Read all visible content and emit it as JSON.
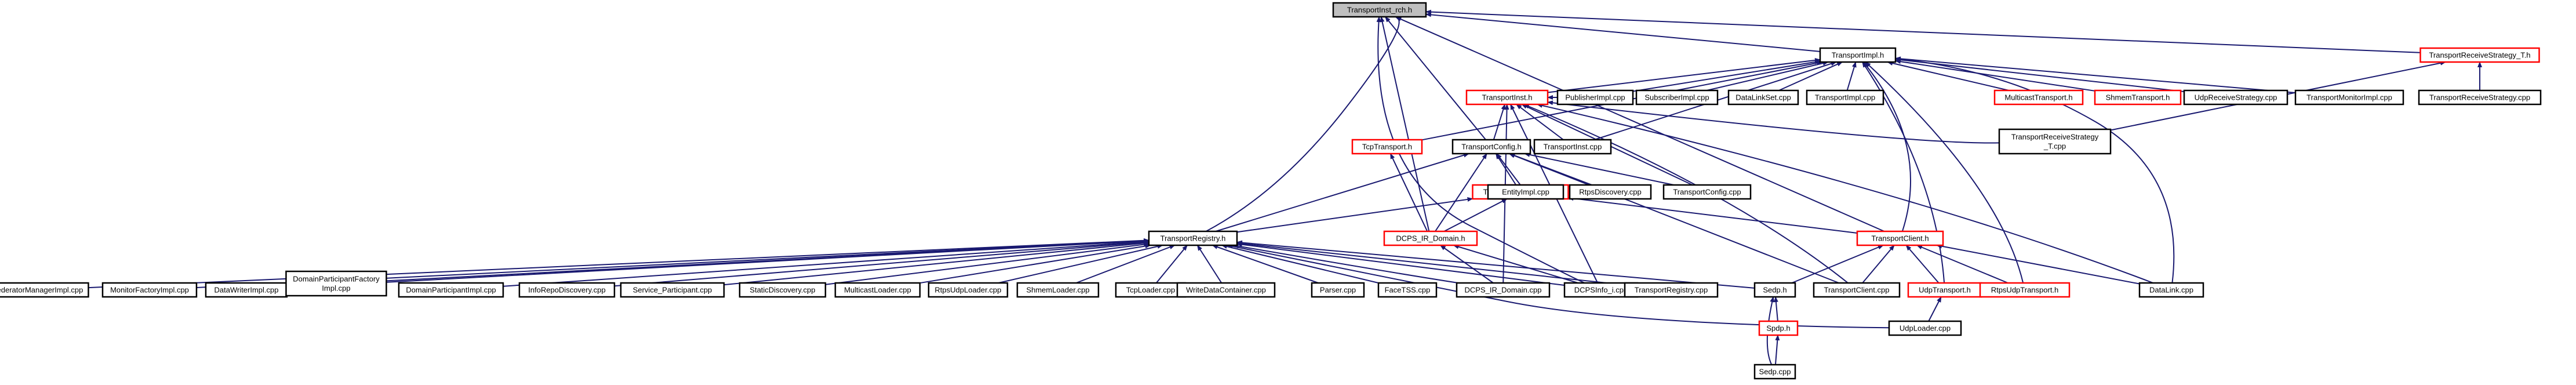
{
  "colors": {
    "edge": "#191970",
    "focus_fill": "#bfbfbf",
    "node_fill": "#ffffff",
    "normal_border": "#000000",
    "truncated_border": "#ff0000"
  },
  "nodes": [
    {
      "id": "root",
      "lines": [
        "TransportInst_rch.h"
      ],
      "kind": "focus"
    },
    {
      "id": "timpl_h",
      "lines": [
        "TransportImpl.h"
      ],
      "kind": "normal"
    },
    {
      "id": "trs_t_h",
      "lines": [
        "TransportReceiveStrategy_T.h"
      ],
      "kind": "truncated"
    },
    {
      "id": "tinst_h",
      "lines": [
        "TransportInst.h"
      ],
      "kind": "truncated"
    },
    {
      "id": "pubimpl",
      "lines": [
        "PublisherImpl.cpp"
      ],
      "kind": "normal"
    },
    {
      "id": "subimpl",
      "lines": [
        "SubscriberImpl.cpp"
      ],
      "kind": "normal"
    },
    {
      "id": "dlset",
      "lines": [
        "DataLinkSet.cpp"
      ],
      "kind": "normal"
    },
    {
      "id": "timpl_cpp",
      "lines": [
        "TransportImpl.cpp"
      ],
      "kind": "normal"
    },
    {
      "id": "mcast_h",
      "lines": [
        "MulticastTransport.h"
      ],
      "kind": "truncated"
    },
    {
      "id": "shmem_h",
      "lines": [
        "ShmemTransport.h"
      ],
      "kind": "truncated"
    },
    {
      "id": "udprs",
      "lines": [
        "UdpReceiveStrategy.cpp"
      ],
      "kind": "normal"
    },
    {
      "id": "tmon",
      "lines": [
        "TransportMonitorImpl.cpp"
      ],
      "kind": "normal"
    },
    {
      "id": "trs_cpp",
      "lines": [
        "TransportReceiveStrategy.cpp"
      ],
      "kind": "normal"
    },
    {
      "id": "tcp_h",
      "lines": [
        "TcpTransport.h"
      ],
      "kind": "truncated"
    },
    {
      "id": "tconfig_h",
      "lines": [
        "TransportConfig.h"
      ],
      "kind": "normal"
    },
    {
      "id": "tinst_cpp",
      "lines": [
        "TransportInst.cpp"
      ],
      "kind": "normal"
    },
    {
      "id": "trs_t_cpp",
      "lines": [
        "TransportReceiveStrategy",
        "_T.cpp"
      ],
      "kind": "normal"
    },
    {
      "id": "tconfig_rch",
      "lines": [
        "TransportConfig_rch.h"
      ],
      "kind": "truncated"
    },
    {
      "id": "entity",
      "lines": [
        "EntityImpl.cpp"
      ],
      "kind": "normal"
    },
    {
      "id": "rtpsdisc",
      "lines": [
        "RtpsDiscovery.cpp"
      ],
      "kind": "normal"
    },
    {
      "id": "tconfig_cpp",
      "lines": [
        "TransportConfig.cpp"
      ],
      "kind": "normal"
    },
    {
      "id": "dcps_h",
      "lines": [
        "DCPS_IR_Domain.h"
      ],
      "kind": "truncated"
    },
    {
      "id": "tclient_h",
      "lines": [
        "TransportClient.h"
      ],
      "kind": "truncated"
    },
    {
      "id": "treg_h",
      "lines": [
        "TransportRegistry.h"
      ],
      "kind": "normal"
    },
    {
      "id": "fedmgr",
      "lines": [
        "FederatorManagerImpl.cpp"
      ],
      "kind": "normal"
    },
    {
      "id": "monfac",
      "lines": [
        "MonitorFactoryImpl.cpp"
      ],
      "kind": "normal"
    },
    {
      "id": "dwimpl",
      "lines": [
        "DataWriterImpl.cpp"
      ],
      "kind": "normal"
    },
    {
      "id": "dpfac",
      "lines": [
        "DomainParticipantFactory",
        "Impl.cpp"
      ],
      "kind": "normal"
    },
    {
      "id": "dpimpl",
      "lines": [
        "DomainParticipantImpl.cpp"
      ],
      "kind": "normal"
    },
    {
      "id": "inforepo",
      "lines": [
        "InfoRepoDiscovery.cpp"
      ],
      "kind": "normal"
    },
    {
      "id": "svcpart",
      "lines": [
        "Service_Participant.cpp"
      ],
      "kind": "normal"
    },
    {
      "id": "staticdisc",
      "lines": [
        "StaticDiscovery.cpp"
      ],
      "kind": "normal"
    },
    {
      "id": "mcastldr",
      "lines": [
        "MulticastLoader.cpp"
      ],
      "kind": "normal"
    },
    {
      "id": "rtpsudpldr",
      "lines": [
        "RtpsUdpLoader.cpp"
      ],
      "kind": "normal"
    },
    {
      "id": "shmemldr",
      "lines": [
        "ShmemLoader.cpp"
      ],
      "kind": "normal"
    },
    {
      "id": "tcpldr",
      "lines": [
        "TcpLoader.cpp"
      ],
      "kind": "normal"
    },
    {
      "id": "wdc",
      "lines": [
        "WriteDataContainer.cpp"
      ],
      "kind": "normal"
    },
    {
      "id": "parser",
      "lines": [
        "Parser.cpp"
      ],
      "kind": "normal"
    },
    {
      "id": "facetss",
      "lines": [
        "FaceTSS.cpp"
      ],
      "kind": "normal"
    },
    {
      "id": "dcps_cpp",
      "lines": [
        "DCPS_IR_Domain.cpp"
      ],
      "kind": "normal"
    },
    {
      "id": "dcpsinfo",
      "lines": [
        "DCPSInfo_i.cpp"
      ],
      "kind": "normal"
    },
    {
      "id": "treg_cpp",
      "lines": [
        "TransportRegistry.cpp"
      ],
      "kind": "normal"
    },
    {
      "id": "sedp_h",
      "lines": [
        "Sedp.h"
      ],
      "kind": "normal"
    },
    {
      "id": "tclient_cpp",
      "lines": [
        "TransportClient.cpp"
      ],
      "kind": "normal"
    },
    {
      "id": "udpt_h",
      "lines": [
        "UdpTransport.h"
      ],
      "kind": "truncated"
    },
    {
      "id": "rtpsudpt_h",
      "lines": [
        "RtpsUdpTransport.h"
      ],
      "kind": "truncated"
    },
    {
      "id": "datalink",
      "lines": [
        "DataLink.cpp"
      ],
      "kind": "normal"
    },
    {
      "id": "spdp_h",
      "lines": [
        "Spdp.h"
      ],
      "kind": "truncated"
    },
    {
      "id": "udpldr",
      "lines": [
        "UdpLoader.cpp"
      ],
      "kind": "normal"
    },
    {
      "id": "sedp_cpp",
      "lines": [
        "Sedp.cpp"
      ],
      "kind": "normal"
    }
  ],
  "edges": [
    [
      "timpl_h",
      "root"
    ],
    [
      "trs_t_h",
      "root"
    ],
    [
      "tconfig_h",
      "root"
    ],
    [
      "treg_h",
      "root"
    ],
    [
      "dcps_h",
      "root"
    ],
    [
      "tclient_h",
      "root"
    ],
    [
      "dcpsinfo",
      "root"
    ],
    [
      "tinst_h",
      "timpl_h"
    ],
    [
      "pubimpl",
      "timpl_h"
    ],
    [
      "subimpl",
      "timpl_h"
    ],
    [
      "dlset",
      "timpl_h"
    ],
    [
      "timpl_cpp",
      "timpl_h"
    ],
    [
      "mcast_h",
      "timpl_h"
    ],
    [
      "shmem_h",
      "timpl_h"
    ],
    [
      "udprs",
      "timpl_h"
    ],
    [
      "tmon",
      "timpl_h"
    ],
    [
      "tcp_h",
      "timpl_h"
    ],
    [
      "tinst_cpp",
      "timpl_h"
    ],
    [
      "tclient_h",
      "timpl_h"
    ],
    [
      "udpt_h",
      "timpl_h"
    ],
    [
      "rtpsudpt_h",
      "timpl_h"
    ],
    [
      "datalink",
      "timpl_h"
    ],
    [
      "trs_cpp",
      "trs_t_h"
    ],
    [
      "trs_t_cpp",
      "trs_t_h"
    ],
    [
      "pubimpl",
      "tinst_h"
    ],
    [
      "tconfig_h",
      "tinst_h"
    ],
    [
      "tinst_cpp",
      "tinst_h"
    ],
    [
      "trs_t_cpp",
      "tinst_h"
    ],
    [
      "tconfig_cpp",
      "tinst_h"
    ],
    [
      "dcps_cpp",
      "tinst_h"
    ],
    [
      "dcpsinfo",
      "tinst_h"
    ],
    [
      "tclient_cpp",
      "tinst_h"
    ],
    [
      "datalink",
      "tinst_h"
    ],
    [
      "dcps_h",
      "tcp_h"
    ],
    [
      "tconfig_rch",
      "tconfig_h"
    ],
    [
      "entity",
      "tconfig_h"
    ],
    [
      "rtpsdisc",
      "tconfig_h"
    ],
    [
      "tconfig_cpp",
      "tconfig_h"
    ],
    [
      "dcps_h",
      "tconfig_h"
    ],
    [
      "treg_h",
      "tconfig_h"
    ],
    [
      "tclient_cpp",
      "tconfig_h"
    ],
    [
      "treg_h",
      "tconfig_rch"
    ],
    [
      "dcps_h",
      "tconfig_rch"
    ],
    [
      "tclient_h",
      "tconfig_rch"
    ],
    [
      "dcps_cpp",
      "dcps_h"
    ],
    [
      "dcpsinfo",
      "dcps_h"
    ],
    [
      "sedp_h",
      "tclient_h"
    ],
    [
      "tclient_cpp",
      "tclient_h"
    ],
    [
      "udpt_h",
      "tclient_h"
    ],
    [
      "rtpsudpt_h",
      "tclient_h"
    ],
    [
      "datalink",
      "tclient_h"
    ],
    [
      "fedmgr",
      "treg_h"
    ],
    [
      "monfac",
      "treg_h"
    ],
    [
      "dwimpl",
      "treg_h"
    ],
    [
      "dpfac",
      "treg_h"
    ],
    [
      "dpimpl",
      "treg_h"
    ],
    [
      "inforepo",
      "treg_h"
    ],
    [
      "svcpart",
      "treg_h"
    ],
    [
      "staticdisc",
      "treg_h"
    ],
    [
      "mcastldr",
      "treg_h"
    ],
    [
      "rtpsudpldr",
      "treg_h"
    ],
    [
      "shmemldr",
      "treg_h"
    ],
    [
      "tcpldr",
      "treg_h"
    ],
    [
      "wdc",
      "treg_h"
    ],
    [
      "parser",
      "treg_h"
    ],
    [
      "facetss",
      "treg_h"
    ],
    [
      "dcps_cpp",
      "treg_h"
    ],
    [
      "dcpsinfo",
      "treg_h"
    ],
    [
      "treg_cpp",
      "treg_h"
    ],
    [
      "sedp_h",
      "treg_h"
    ],
    [
      "udpldr",
      "treg_h"
    ],
    [
      "spdp_h",
      "sedp_h"
    ],
    [
      "sedp_cpp",
      "sedp_h"
    ],
    [
      "udpldr",
      "udpt_h"
    ],
    [
      "sedp_cpp",
      "spdp_h"
    ]
  ]
}
